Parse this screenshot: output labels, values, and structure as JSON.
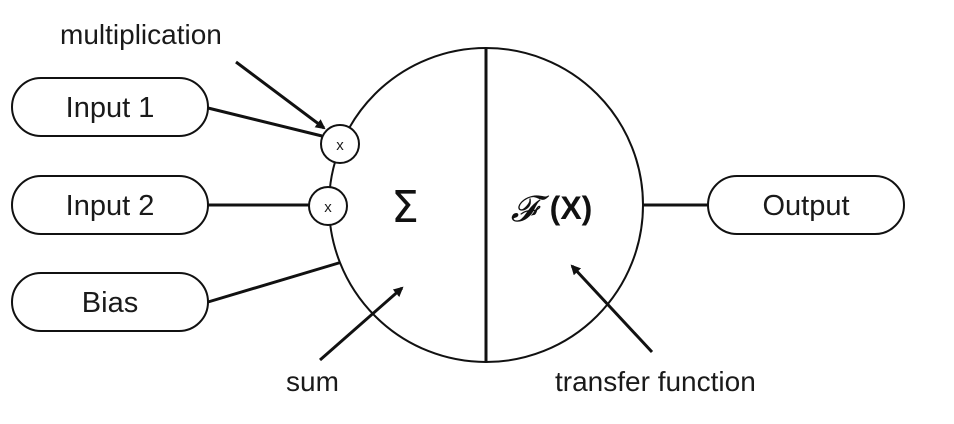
{
  "inputs": {
    "input1": "Input 1",
    "input2": "Input 2",
    "bias": "Bias"
  },
  "output": "Output",
  "labels": {
    "multiplication": "multiplication",
    "sum": "sum",
    "transfer_function": "transfer function"
  },
  "nodes": {
    "mult1_symbol": "x",
    "mult2_symbol": "x",
    "sum_symbol": "Σ",
    "function_script": "𝓕",
    "function_arg": "(X)"
  }
}
